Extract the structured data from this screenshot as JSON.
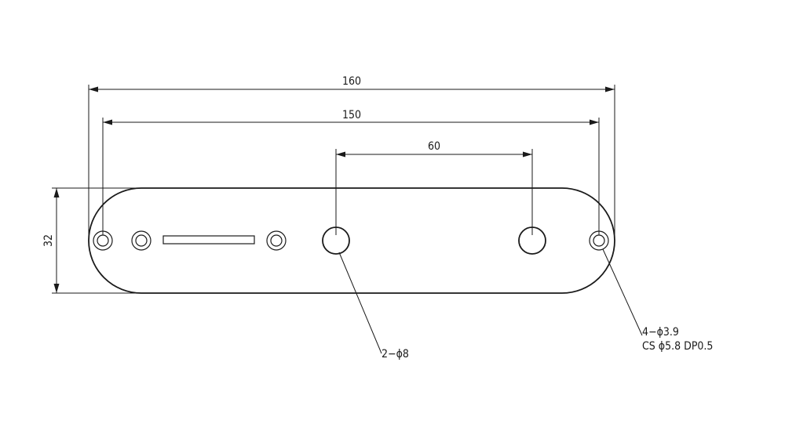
{
  "dimensions": {
    "overall_length": "160",
    "hole_spacing": "150",
    "knob_spacing": "60",
    "width": "32"
  },
  "callouts": {
    "large_holes": "2−ϕ8",
    "mount_holes_line1": "4−ϕ3.9",
    "mount_holes_line2": "CS  ϕ5.8 DP0.5"
  }
}
